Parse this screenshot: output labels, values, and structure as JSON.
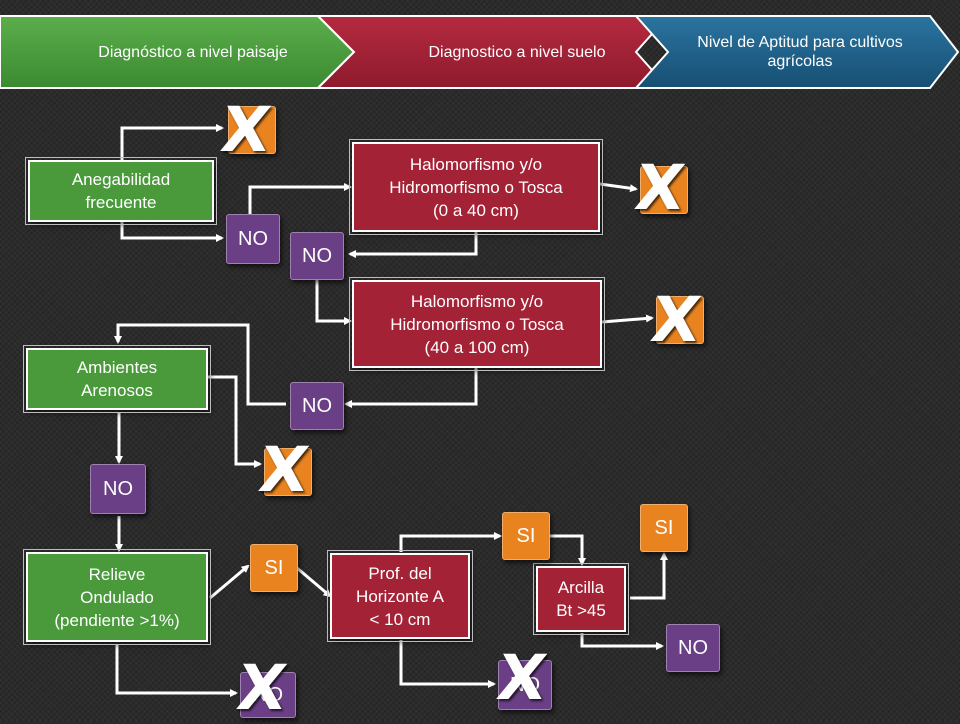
{
  "banner": {
    "step1": "Diagnóstico a nivel paisaje",
    "step2": "Diagnostico a nivel suelo",
    "step3": "Nivel de Aptitud para cultivos agrícolas"
  },
  "nodes": {
    "anegabilidad": "Anegabilidad\nfrecuente",
    "halo1": "Halomorfismo y/o\nHidromorfismo o Tosca\n(0 a 40 cm)",
    "halo2": "Halomorfismo y/o\nHidromorfismo o Tosca\n(40 a 100 cm)",
    "ambientes": "Ambientes\nArenosos",
    "relieve": "Relieve\nOndulado\n(pendiente >1%)",
    "prof": "Prof. del\nHorizonte  A\n< 10 cm",
    "arcilla": "Arcilla\nBt >45"
  },
  "badges": {
    "no": "NO",
    "si": "SI",
    "reject_mark": "X"
  },
  "colors": {
    "banner_green": "#4a9a3c",
    "banner_red": "#a32236",
    "banner_blue": "#1f5f86",
    "node_green": "#4a9a3c",
    "node_red": "#a32236",
    "badge_no": "#6a3f86",
    "badge_si": "#e8831f"
  }
}
